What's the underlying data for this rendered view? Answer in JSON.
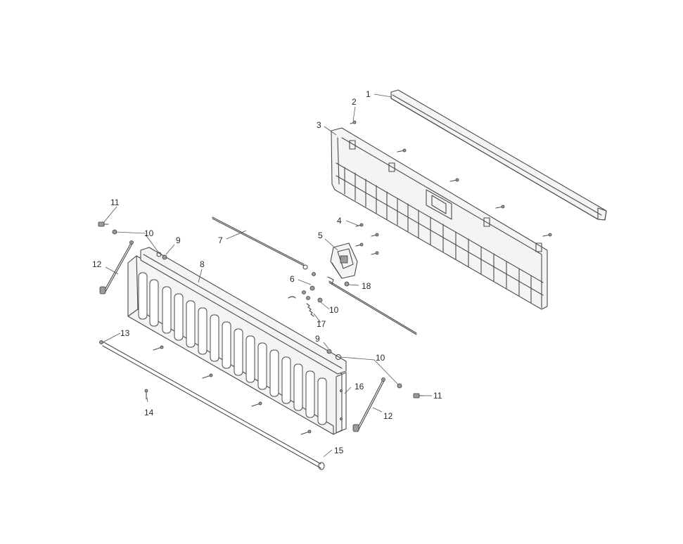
{
  "callouts": [
    "1",
    "2",
    "3",
    "4",
    "5",
    "6",
    "7",
    "8",
    "9",
    "10",
    "11",
    "12",
    "13",
    "14",
    "15",
    "16",
    "17",
    "18"
  ],
  "duplicate_callouts": {
    "n9b": "9",
    "n10b": "10",
    "n10c": "10",
    "n11b": "11",
    "n12b": "12"
  }
}
